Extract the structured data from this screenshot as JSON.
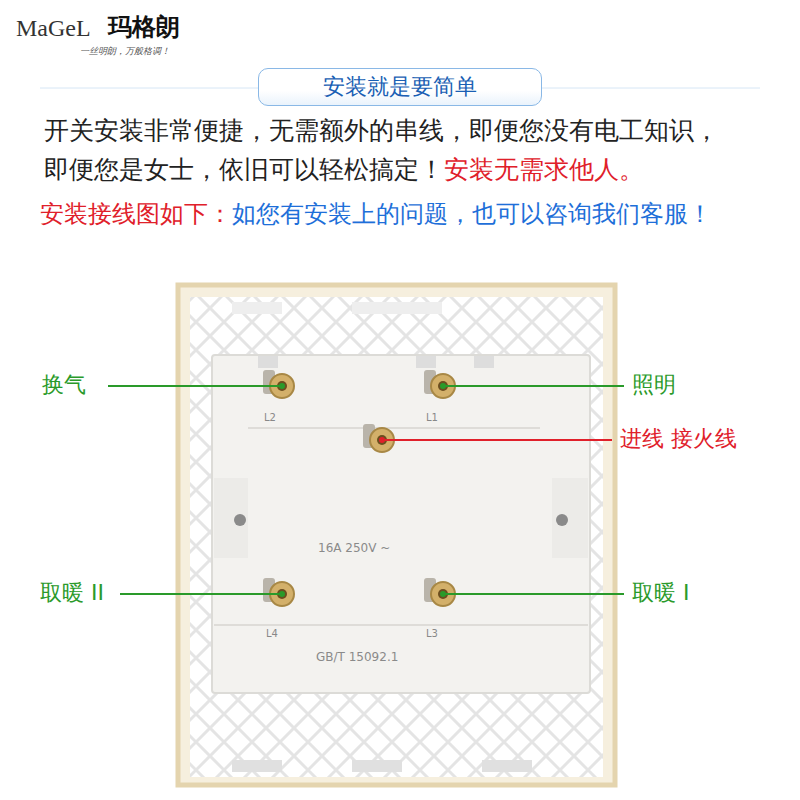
{
  "diagram": {
    "nodes": [
      {
        "text": [
          "安装就是要简单"
        ]
      }
    ],
    "labels": [
      "MaGeL",
      "玛格朗",
      "一丝明朗，万般格调！",
      "开关安装非常便捷，无需额外的串线，即便您没有电工知识，即便您是女士，依旧可以轻松搞定！",
      "安装无需求他人。",
      "安装接线图如下：",
      "如您有安装上的问题，也可以咨询我们客服！",
      "换气",
      "L2",
      "照明",
      "L1",
      "进线 接火线",
      "16A 250V ~",
      "取暖 II",
      "L4",
      "取暖 I",
      "L3",
      "GB/T 15092.1"
    ]
  }
}
